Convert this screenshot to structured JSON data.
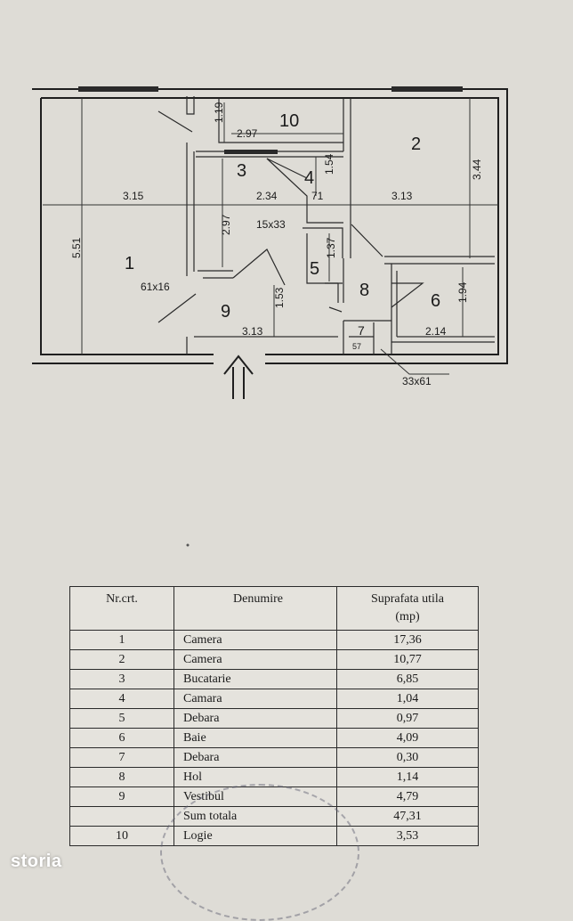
{
  "plan": {
    "rooms": [
      {
        "number": "1",
        "text": "1"
      },
      {
        "number": "2",
        "text": "2"
      },
      {
        "number": "3",
        "text": "3"
      },
      {
        "number": "4",
        "text": "4"
      },
      {
        "number": "5",
        "text": "5"
      },
      {
        "number": "6",
        "text": "6"
      },
      {
        "number": "7",
        "text": "7"
      },
      {
        "number": "8",
        "text": "8"
      },
      {
        "number": "9",
        "text": "9"
      },
      {
        "number": "10",
        "text": "10"
      }
    ],
    "dimensions": {
      "d_315": "3.15",
      "d_551": "5.51",
      "d_119": "1.19",
      "d_297_top": "2.97",
      "d_297_vert": "2.97",
      "d_234": "2.34",
      "d_71": "71",
      "d_154": "1.54",
      "d_1533": "15x33",
      "d_137": "1.37",
      "d_313_right": "3.13",
      "d_344": "3.44",
      "d_194": "1.94",
      "d_214": "2.14",
      "d_153": "1.53",
      "d_313_bottom": "3.13",
      "d_6116": "61x16",
      "d_57": "57",
      "d_3361": "33x61"
    }
  },
  "table": {
    "headers": {
      "nr": "Nr.crt.",
      "name": "Denumire",
      "area_line1": "Suprafata utila",
      "area_line2": "(mp)"
    },
    "rows": [
      {
        "nr": "1",
        "name": "Camera",
        "area": "17,36"
      },
      {
        "nr": "2",
        "name": "Camera",
        "area": "10,77"
      },
      {
        "nr": "3",
        "name": "Bucatarie",
        "area": "6,85"
      },
      {
        "nr": "4",
        "name": "Camara",
        "area": "1,04"
      },
      {
        "nr": "5",
        "name": "Debara",
        "area": "0,97"
      },
      {
        "nr": "6",
        "name": "Baie",
        "area": "4,09"
      },
      {
        "nr": "7",
        "name": "Debara",
        "area": "0,30"
      },
      {
        "nr": "8",
        "name": "Hol",
        "area": "1,14"
      },
      {
        "nr": "9",
        "name": "Vestibul",
        "area": "4,79"
      },
      {
        "nr": "",
        "name": "Sum totala",
        "area": "47,31"
      },
      {
        "nr": "10",
        "name": "Logie",
        "area": "3,53"
      }
    ]
  },
  "watermark": "storia"
}
